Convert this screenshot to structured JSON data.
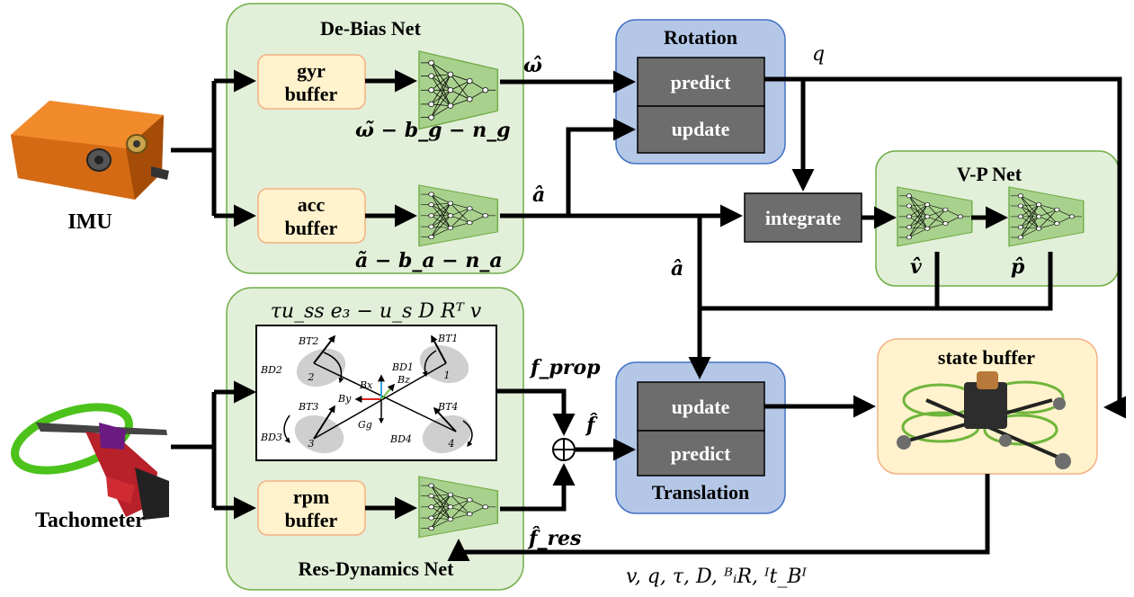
{
  "debias_net": {
    "title": "De-Bias Net",
    "gyr_buffer": [
      "gyr",
      "buffer"
    ],
    "acc_buffer": [
      "acc",
      "buffer"
    ],
    "gyr_formula": "ω̃ − b_g − n_g",
    "acc_formula": "ã − b_a − n_a"
  },
  "imu": {
    "label": "IMU"
  },
  "tachometer": {
    "label": "Tachometer"
  },
  "rotation": {
    "title": "Rotation",
    "predict": "predict",
    "update": "update"
  },
  "translation": {
    "title": "Translation",
    "update": "update",
    "predict": "predict"
  },
  "integrate": {
    "label": "integrate"
  },
  "vp_net": {
    "title": "V-P Net",
    "v_hat": "v̂",
    "p_hat": "p̂"
  },
  "state_buffer": {
    "title": "state buffer"
  },
  "res_dynamics": {
    "title": "Res-Dynamics Net",
    "rpm_buffer": [
      "rpm",
      "buffer"
    ],
    "formula_top": "τu_ss e₃ − u_s D Rᵀ v",
    "f_res": "f̂_res"
  },
  "signals": {
    "omega_hat": "ω̂",
    "a_hat_top": "â",
    "a_hat_mid": "â",
    "q": "q",
    "f_prop": "f_prop",
    "f_hat": "f̂",
    "feedback": "v, q, τ, D, ᴮᵢR, ᴵt_Bᴵ"
  },
  "quad_schematic": {
    "rotors": [
      "1",
      "2",
      "3",
      "4"
    ],
    "thrusts": [
      "BT1",
      "BT2",
      "BT3",
      "BT4"
    ],
    "drags": [
      "BD1",
      "BD2",
      "BD3",
      "BD4"
    ],
    "axes": [
      "Bx",
      "By",
      "Bz"
    ],
    "gravity": "Gg"
  },
  "colors": {
    "green_box": "#e2efd9",
    "green_border": "#70ad47",
    "blue_box": "#b4c7e7",
    "blue_border": "#4472c4",
    "yellow_buffer": "#fff2cc",
    "yellow_border": "#f4b183",
    "dark_cell": "#6d6d6d",
    "nn_fill": "#a9d18e"
  }
}
